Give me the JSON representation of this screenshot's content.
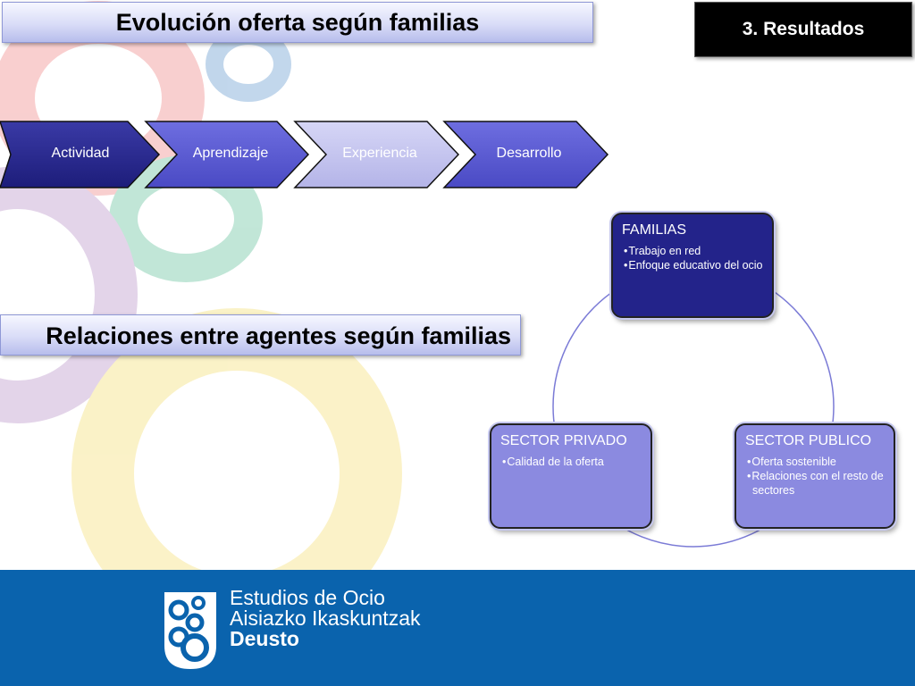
{
  "slide": {
    "title": "Evolución oferta según familias",
    "section_badge": "3. Resultados",
    "subtitle": "Relaciones entre agentes según familias"
  },
  "process": {
    "steps": [
      "Actividad",
      "Aprendizaje",
      "Experiencia",
      "Desarrollo"
    ]
  },
  "cycle": {
    "familias": {
      "title": "FAMILIAS",
      "items": [
        "Trabajo en red",
        "Enfoque educativo del ocio"
      ]
    },
    "privado": {
      "title": "SECTOR PRIVADO",
      "items": [
        "Calidad de la oferta"
      ]
    },
    "publico": {
      "title": "SECTOR PUBLICO",
      "items": [
        "Oferta sostenible",
        "Relaciones con el resto de sectores"
      ]
    }
  },
  "footer": {
    "line1": "Estudios de Ocio",
    "line2": "Aisiazko Ikaskuntzak",
    "line3": "Deusto"
  },
  "colors": {
    "footer_bg": "#0a63ad",
    "node_dark": "#23238a",
    "node_light": "#8b8ae0",
    "chevron_dark": "#2b2b8f",
    "chevron_mid": "#5a5ad0",
    "chevron_light": "#c4c4ee"
  },
  "icons": [
    "deusto-logo-icon"
  ]
}
